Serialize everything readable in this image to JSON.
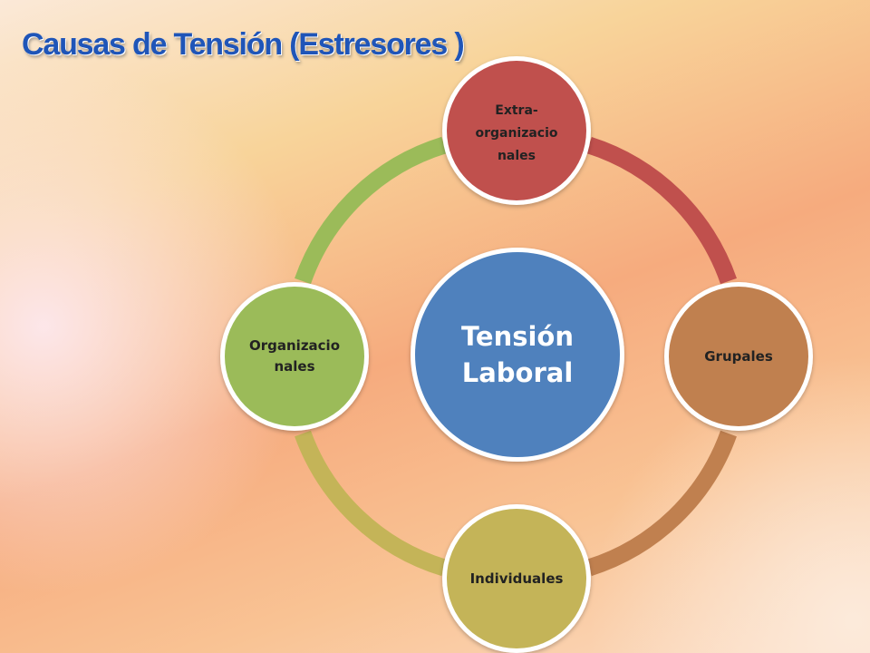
{
  "slide": {
    "title": "Causas de Tensión (Estresores )"
  },
  "diagram": {
    "center": {
      "lines": [
        "Tensión",
        "Laboral"
      ],
      "color": "#4f81bd"
    },
    "nodes": [
      {
        "id": "extra-organizacionales",
        "lines": [
          "Extra-",
          "organizacio",
          "nales"
        ],
        "color": "#c0504d"
      },
      {
        "id": "grupales",
        "lines": [
          "Grupales"
        ],
        "color": "#c0804f"
      },
      {
        "id": "individuales",
        "lines": [
          "Individuales"
        ],
        "color": "#c4b458"
      },
      {
        "id": "organizacionales",
        "lines": [
          "Organizacio",
          "nales"
        ],
        "color": "#9bbb59"
      }
    ]
  }
}
